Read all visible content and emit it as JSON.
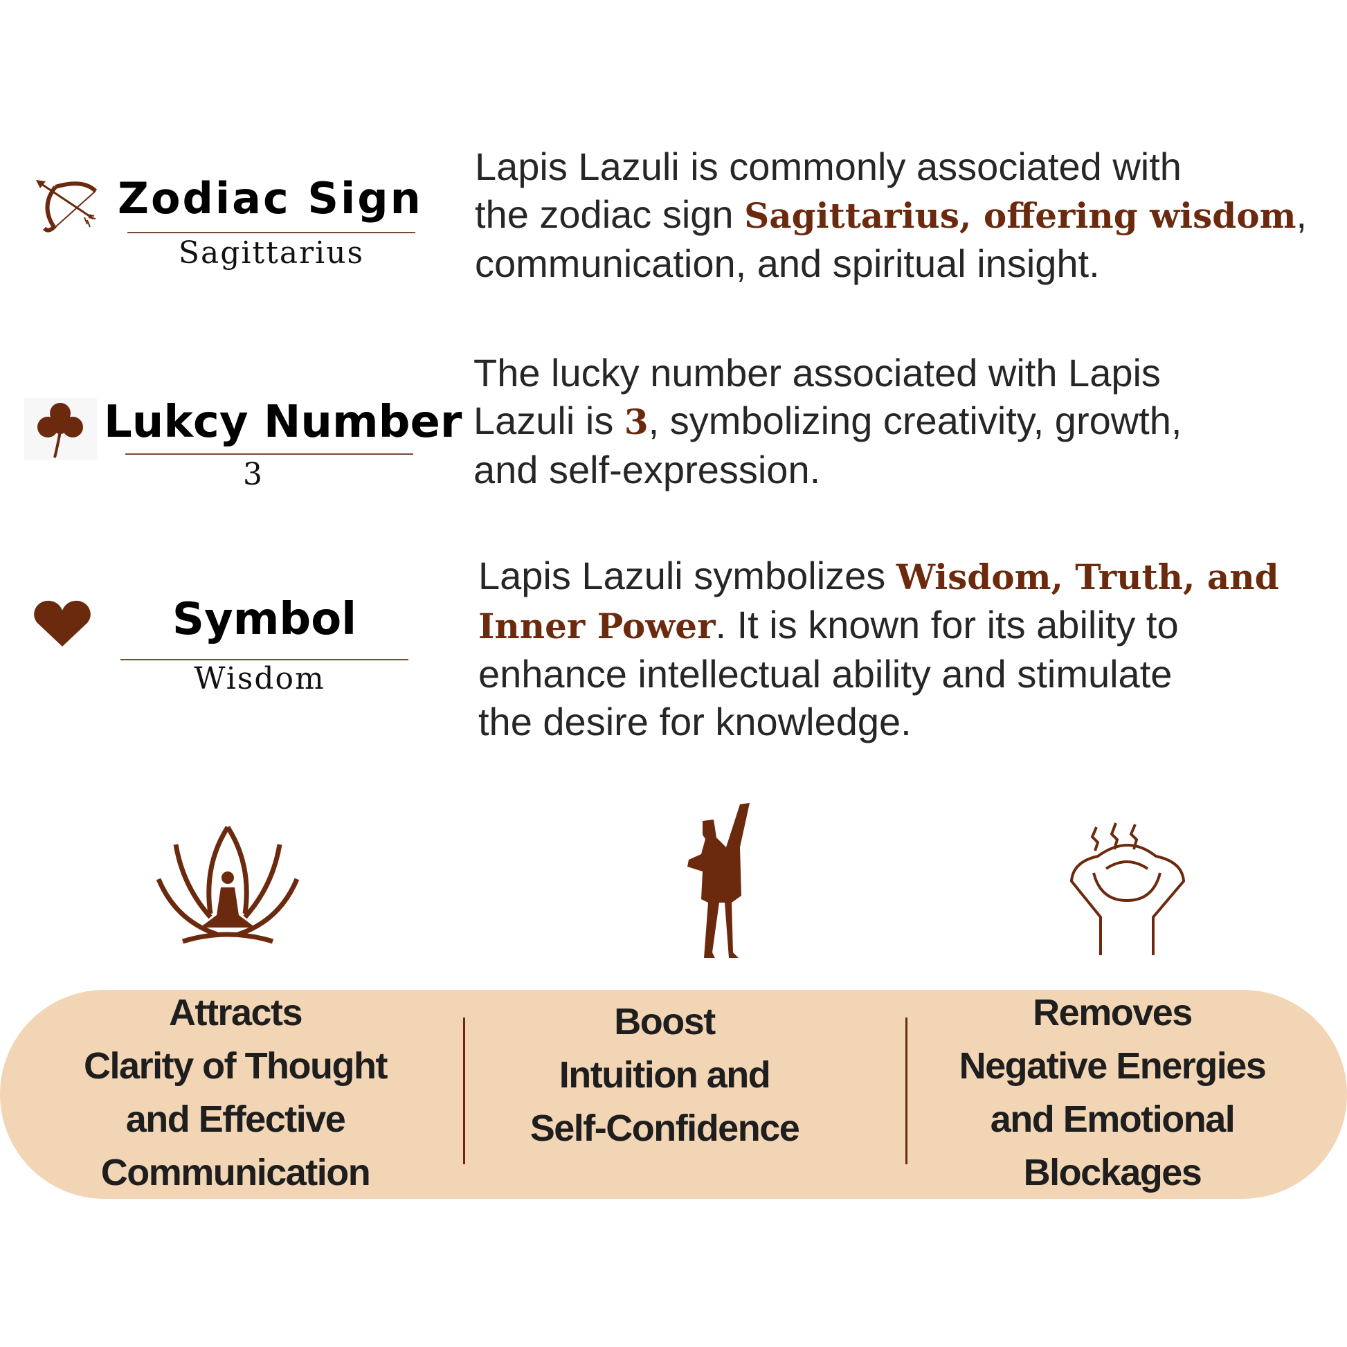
{
  "colors": {
    "accent": "#6b2a0e",
    "pill": "#f2d5b5"
  },
  "rows": [
    {
      "icon": "bow-arrow-icon",
      "title": "Zodiac Sign",
      "value": "Sagittarius",
      "lines": [
        [
          {
            "t": "Lapis Lazuli is commonly associated with"
          }
        ],
        [
          {
            "t": "the zodiac sign "
          },
          {
            "t": "Sagittarius, offering wisdom",
            "hl": true
          },
          {
            "t": ","
          }
        ],
        [
          {
            "t": "communication, and spiritual insight."
          }
        ]
      ]
    },
    {
      "icon": "shamrock-icon",
      "title": "Lukcy Number",
      "value": "3",
      "lines": [
        [
          {
            "t": "The lucky number associated with Lapis"
          }
        ],
        [
          {
            "t": "Lazuli is "
          },
          {
            "t": "3",
            "hl": true
          },
          {
            "t": ", symbolizing creativity, growth,"
          }
        ],
        [
          {
            "t": "and self-expression."
          }
        ]
      ]
    },
    {
      "icon": "heart-icon",
      "title": "Symbol",
      "value": "Wisdom",
      "lines": [
        [
          {
            "t": "Lapis Lazuli symbolizes "
          },
          {
            "t": "Wisdom, Truth, and",
            "hl": true
          }
        ],
        [
          {
            "t": "Inner Power",
            "hl": true
          },
          {
            "t": ". It is known for its ability to"
          }
        ],
        [
          {
            "t": "enhance intellectual ability and stimulate"
          }
        ],
        [
          {
            "t": "the desire for knowledge."
          }
        ]
      ]
    }
  ],
  "benefits": [
    {
      "icon": "meditation-lotus-icon",
      "lines": [
        "Attracts",
        "Clarity of Thought",
        "and Effective",
        "Communication"
      ]
    },
    {
      "icon": "raised-fist-person-icon",
      "lines": [
        "Boost",
        "Intuition and",
        "Self-Confidence"
      ]
    },
    {
      "icon": "stress-relief-head-icon",
      "lines": [
        "Removes",
        "Negative Energies",
        "and Emotional",
        "Blockages"
      ]
    }
  ]
}
